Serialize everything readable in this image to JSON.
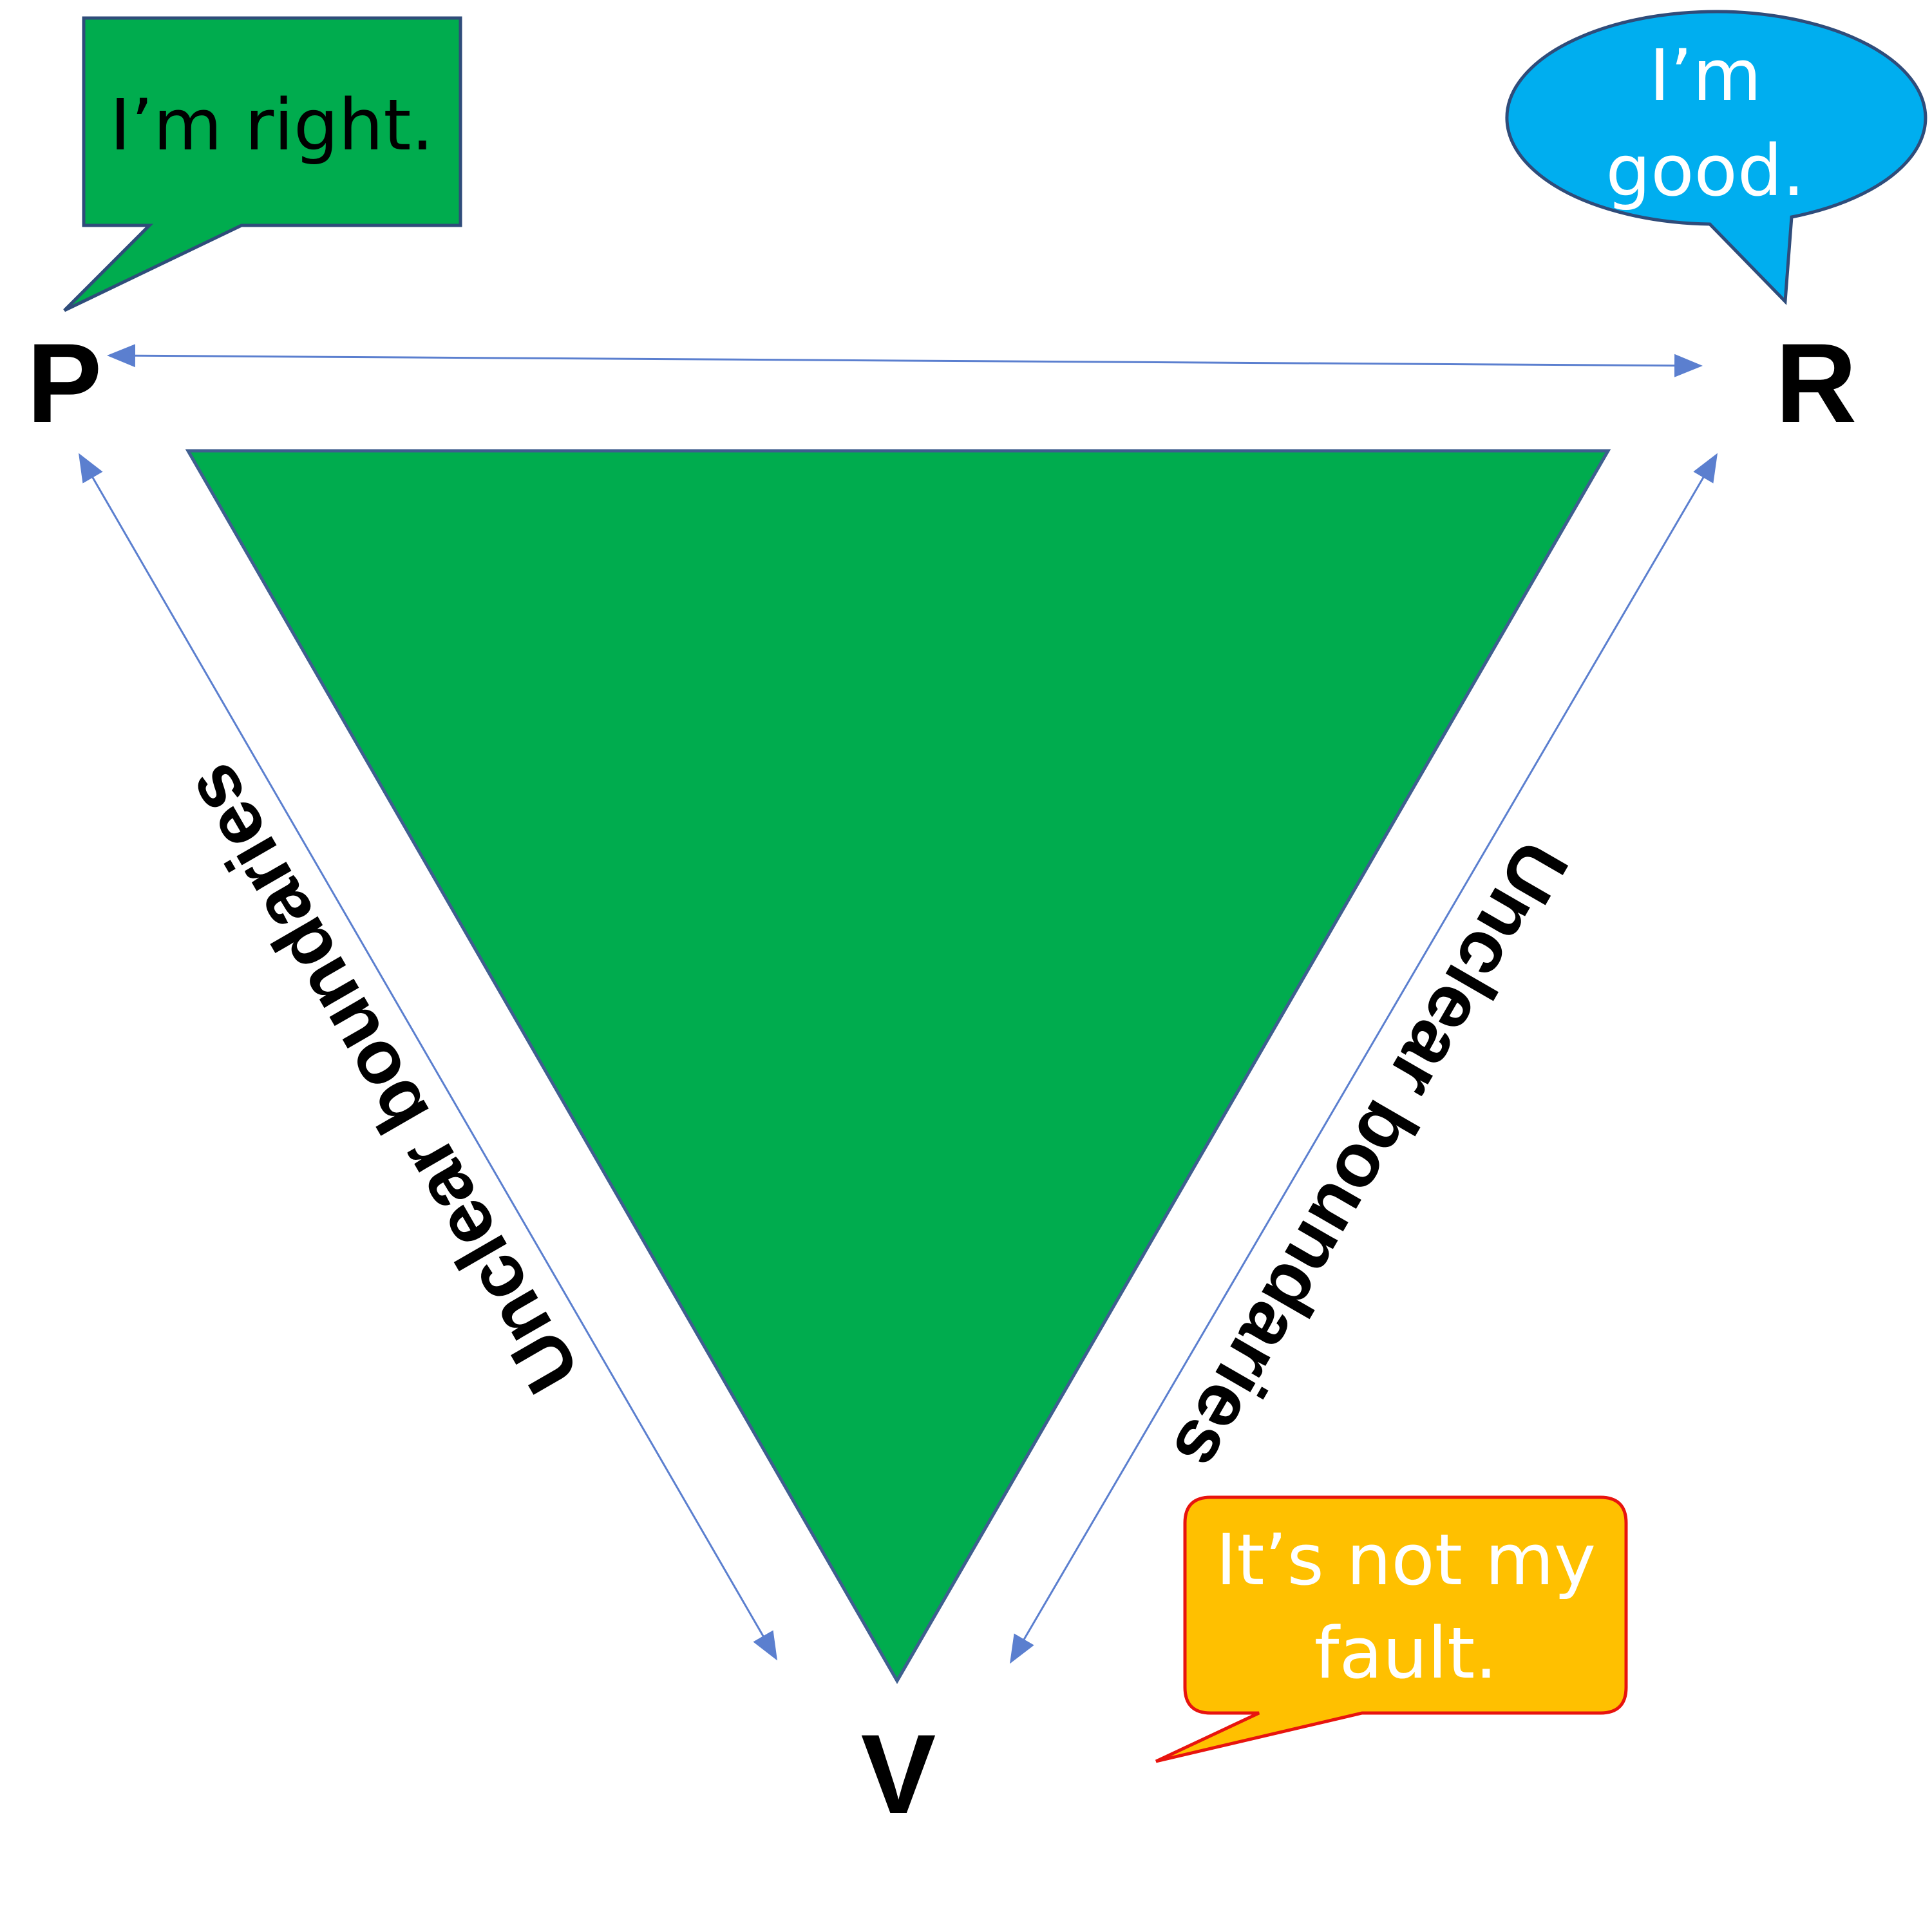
{
  "colors": {
    "triangle_fill": "#00AC4E",
    "triangle_stroke": "#3F5F8F",
    "arrow": "#5B7FCF",
    "bubble_right_fill": "#00AC4E",
    "bubble_right_stroke": "#2F4C7A",
    "bubble_good_fill": "#00AEEF",
    "bubble_good_stroke": "#2F4C7A",
    "bubble_fault_fill": "#FFC000",
    "bubble_fault_stroke": "#E8140E"
  },
  "vertices": {
    "persecutor": "P",
    "rescuer": "R",
    "victim": "V"
  },
  "edges": {
    "left_label": "Unclear boundaries",
    "right_label": "Unclear boundaries"
  },
  "bubbles": {
    "persecutor": {
      "text": "I’m right."
    },
    "rescuer": {
      "line1": "I’m",
      "line2": "good."
    },
    "victim": {
      "line1": "It’s not my",
      "line2": "fault."
    }
  }
}
